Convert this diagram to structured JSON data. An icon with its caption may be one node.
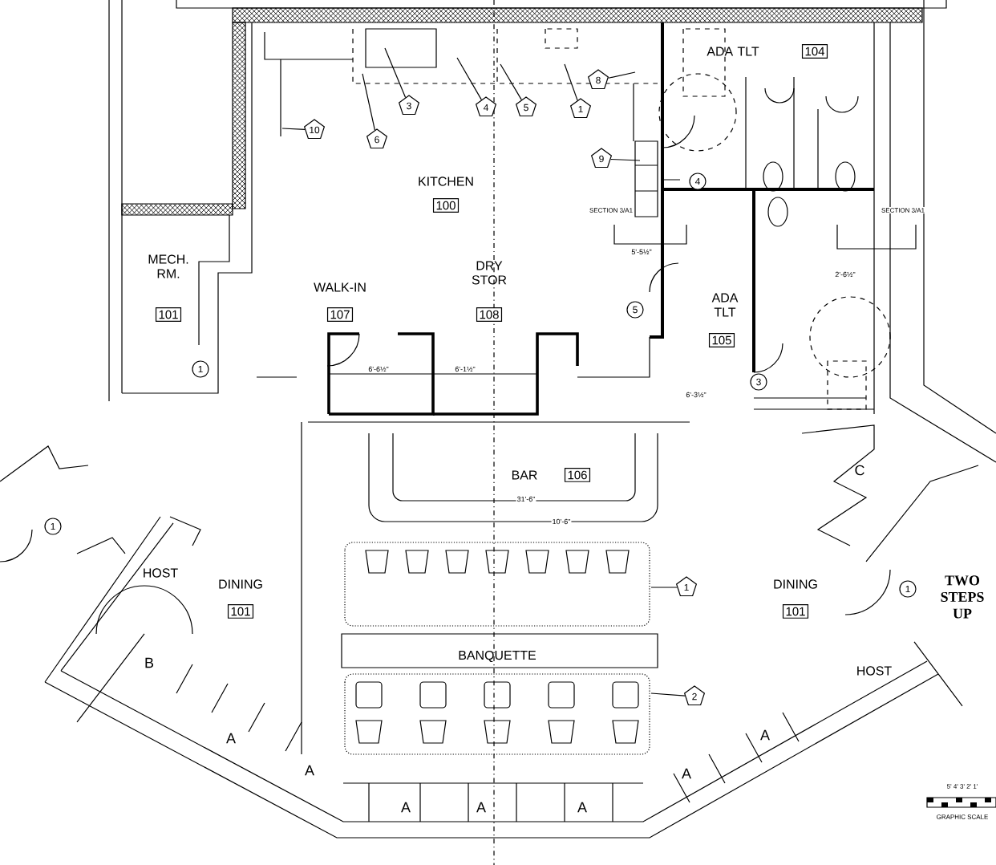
{
  "diagram": {
    "nodes": [
      {
        "text": [
          "3"
        ]
      },
      {
        "text": [
          "4"
        ]
      },
      {
        "text": [
          "5"
        ]
      },
      {
        "text": [
          "8"
        ]
      },
      {
        "text": [
          "10"
        ]
      },
      {
        "text": [
          "6"
        ]
      },
      {
        "text": [
          "1"
        ]
      },
      {
        "text": [
          "9"
        ]
      },
      {
        "text": [
          "104"
        ],
        "beside": [
          "ADA TLT"
        ]
      },
      {
        "text": [
          "100"
        ],
        "beside": [
          "KITCHEN"
        ]
      },
      {
        "text": [
          "4"
        ]
      },
      {
        "text": [
          "101"
        ],
        "beside": [
          "MECH. RM."
        ]
      },
      {
        "text": [
          "107"
        ],
        "beside": [
          "WALK-IN"
        ]
      },
      {
        "text": [
          "108"
        ],
        "beside": [
          "DRY STOR"
        ]
      },
      {
        "text": [
          "105"
        ],
        "beside": [
          "ADA TLT"
        ]
      },
      {
        "text": [
          "5"
        ]
      },
      {
        "text": [
          "1"
        ]
      },
      {
        "text": [
          "3"
        ]
      },
      {
        "text": [
          "106"
        ],
        "beside": [
          "BAR"
        ]
      },
      {
        "text": [
          "1"
        ]
      },
      {
        "text": [
          "101"
        ],
        "beside": [
          "DINING"
        ]
      },
      {
        "text": [
          "1"
        ]
      },
      {
        "text": [
          "101"
        ],
        "beside": [
          "DINING"
        ]
      },
      {
        "text": [
          "1"
        ]
      },
      {
        "text": [
          "2"
        ]
      }
    ],
    "edges": [
      {
        "from": 0,
        "to": null,
        "arrow": "none"
      },
      {
        "from": 1,
        "to": null,
        "arrow": "none"
      },
      {
        "from": 2,
        "to": null,
        "arrow": "none"
      },
      {
        "from": 3,
        "to": null,
        "arrow": "none"
      },
      {
        "from": 4,
        "to": null,
        "arrow": "none"
      },
      {
        "from": 5,
        "to": null,
        "arrow": "none"
      },
      {
        "from": 6,
        "to": null,
        "arrow": "none"
      },
      {
        "from": 7,
        "to": null,
        "arrow": "none"
      },
      {
        "from": 21,
        "to": null,
        "arrow": "none"
      },
      {
        "from": 24,
        "to": null,
        "arrow": "none"
      }
    ],
    "labels": [
      "SECTION 3/A1",
      "SECTION 3/A1",
      "C",
      "HOST",
      "B",
      "BANQUETTE",
      "HOST",
      "TWO STEPS UP",
      "A",
      "A",
      "A",
      "A",
      "A",
      "A",
      "A",
      "5'-5½\"",
      "2'-6½\"",
      "6'-6½\"",
      "6'-1½\"",
      "6'-3½\"",
      "31'-6\"",
      "10'-6\"",
      "5' 4' 3' 2' 1'",
      "GRAPHIC SCALE"
    ]
  }
}
